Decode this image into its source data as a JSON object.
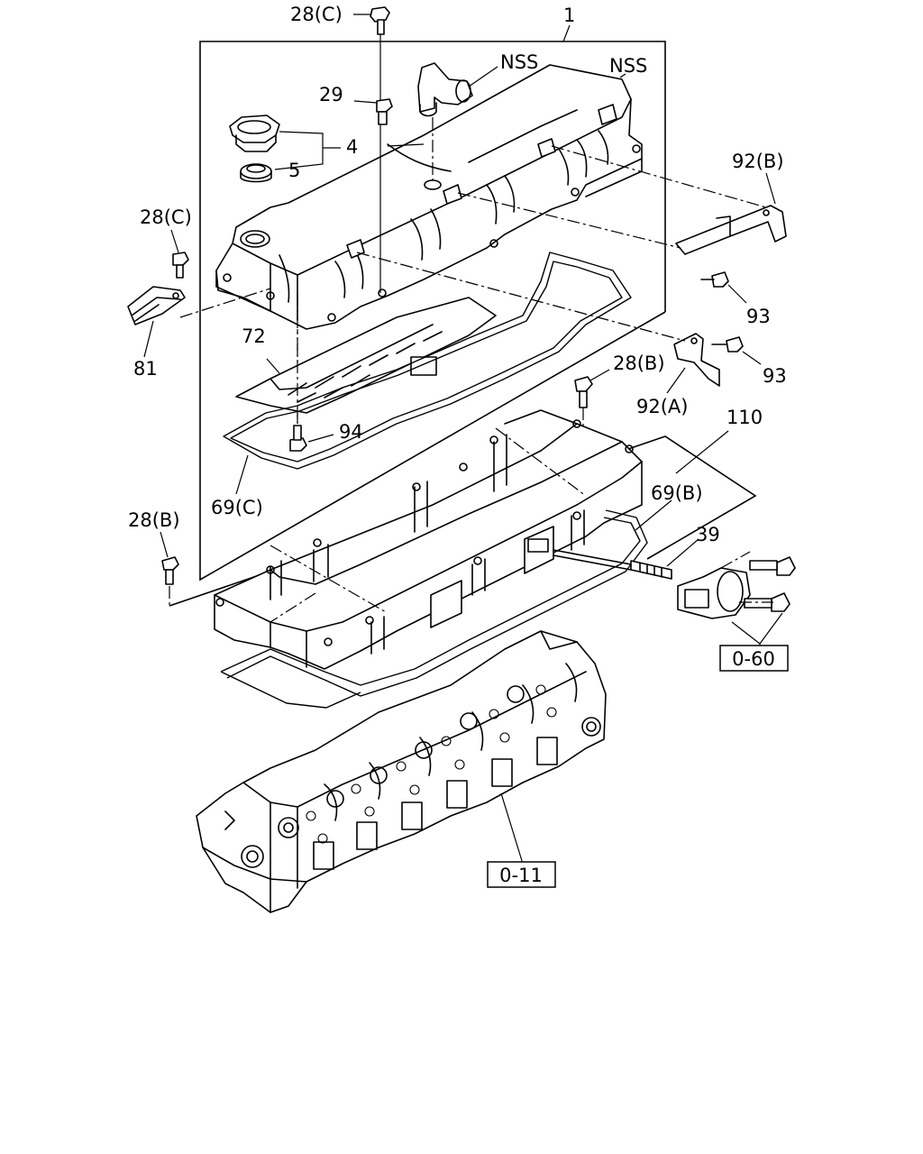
{
  "diagram": {
    "callouts": {
      "c_28c_top": "28(C)",
      "c_1": "1",
      "c_nss_pipe": "NSS",
      "c_nss_cover": "NSS",
      "c_29": "29",
      "c_4": "4",
      "c_5": "5",
      "c_28c_left": "28(C)",
      "c_92b": "92(B)",
      "c_93_upper": "93",
      "c_81": "81",
      "c_72": "72",
      "c_93_lower": "93",
      "c_28b_mid": "28(B)",
      "c_92a": "92(A)",
      "c_94": "94",
      "c_110": "110",
      "c_69b": "69(B)",
      "c_69c": "69(C)",
      "c_28b_left": "28(B)",
      "c_39": "39"
    },
    "references": {
      "ref_0_60": "0-60",
      "ref_0_11": "0-11"
    }
  }
}
